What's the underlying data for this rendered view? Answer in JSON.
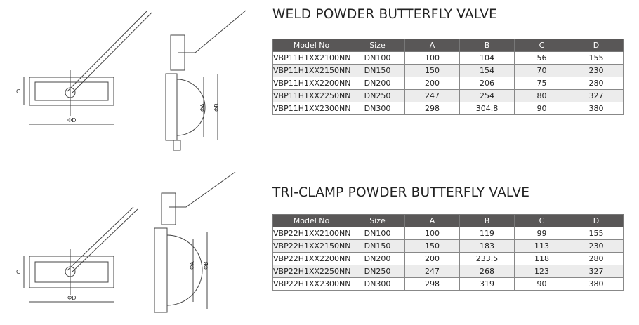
{
  "sections": [
    {
      "title": "WELD POWDER BUTTERFLY VALVE",
      "headers": [
        "Model No",
        "Size",
        "A",
        "B",
        "C",
        "D"
      ],
      "rows": [
        [
          "VBP11H1XX2100NN",
          "DN100",
          "100",
          "104",
          "56",
          "155"
        ],
        [
          "VBP11H1XX2150NN",
          "DN150",
          "150",
          "154",
          "70",
          "230"
        ],
        [
          "VBP11H1XX2200NN",
          "DN200",
          "200",
          "206",
          "75",
          "280"
        ],
        [
          "VBP11H1XX2250NN",
          "DN250",
          "247",
          "254",
          "80",
          "327"
        ],
        [
          "VBP11H1XX2300NN",
          "DN300",
          "298",
          "304.8",
          "90",
          "380"
        ]
      ]
    },
    {
      "title": "TRI-CLAMP POWDER BUTTERFLY VALVE",
      "headers": [
        "Model No",
        "Size",
        "A",
        "B",
        "C",
        "D"
      ],
      "rows": [
        [
          "VBP22H1XX2100NN",
          "DN100",
          "100",
          "119",
          "99",
          "155"
        ],
        [
          "VBP22H1XX2150NN",
          "DN150",
          "150",
          "183",
          "113",
          "230"
        ],
        [
          "VBP22H1XX2200NN",
          "DN200",
          "200",
          "233.5",
          "118",
          "280"
        ],
        [
          "VBP22H1XX2250NN",
          "DN250",
          "247",
          "268",
          "123",
          "327"
        ],
        [
          "VBP22H1XX2300NN",
          "DN300",
          "298",
          "319",
          "90",
          "380"
        ]
      ]
    }
  ],
  "drawing_labels": {
    "c": "C",
    "d": "ΦD",
    "a": "ΦA",
    "b": "ΦB"
  }
}
